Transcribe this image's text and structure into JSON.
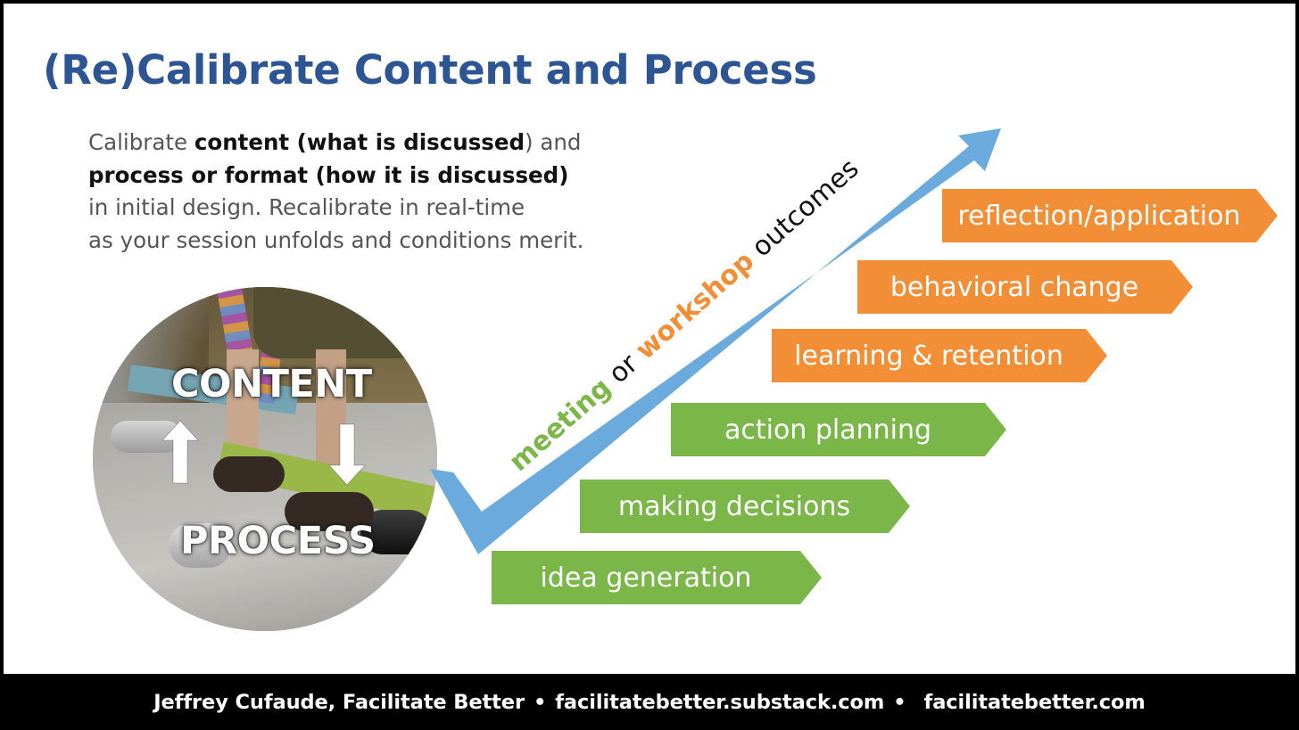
{
  "title": "(Re)Calibrate Content and Process",
  "description": {
    "line1_prefix": "Calibrate ",
    "line1_bold": "content (what is discussed",
    "line1_suffix": ") and",
    "line2_bold": "process or format (how it is discussed)",
    "line3": "in initial design. Recalibrate in real-time",
    "line4": "as your session unfolds and conditions merit."
  },
  "circle": {
    "top_label": "CONTENT",
    "bottom_label": "PROCESS"
  },
  "arrow_label": {
    "word1": "meeting",
    "word2": " or ",
    "word3": "workshop",
    "word4": " outcomes"
  },
  "outcomes": [
    {
      "label": "idea generation",
      "color": "green"
    },
    {
      "label": "making decisions",
      "color": "green"
    },
    {
      "label": "action planning",
      "color": "green"
    },
    {
      "label": "learning & retention",
      "color": "orange"
    },
    {
      "label": "behavioral change",
      "color": "orange"
    },
    {
      "label": "reflection/application",
      "color": "orange"
    }
  ],
  "colors": {
    "title_blue": "#2d5594",
    "arrow_blue": "#6aaadd",
    "green": "#7ab648",
    "orange": "#f28f36"
  },
  "footer": {
    "author": "Jeffrey Cufaude, Facilitate Better",
    "separator": "•",
    "site1": "facilitatebetter.substack.com",
    "site2": "facilitatebetter.com"
  }
}
